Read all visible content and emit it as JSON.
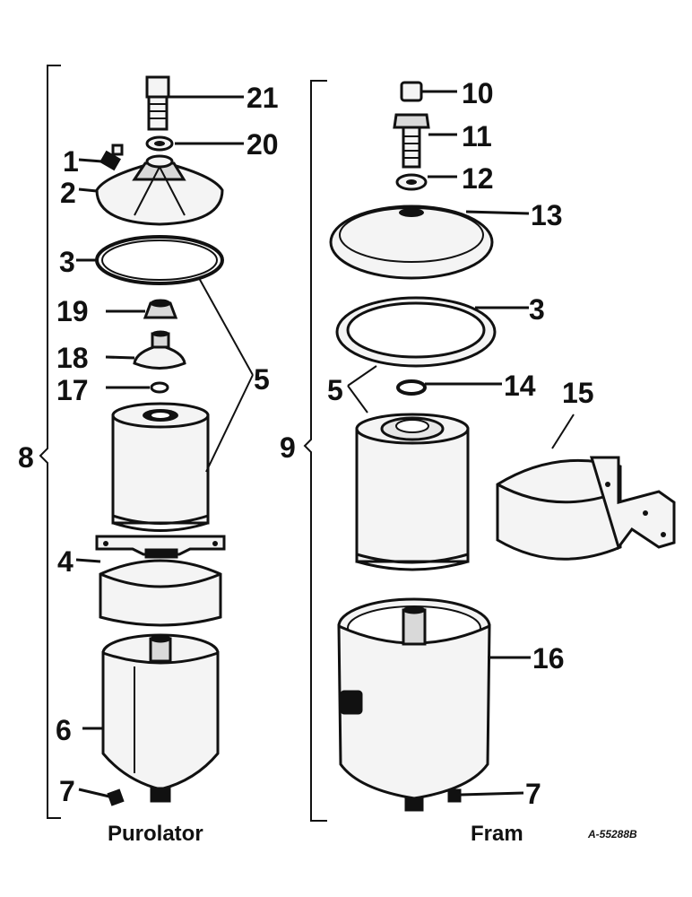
{
  "labels": {
    "n1": "1",
    "n2": "2",
    "n3": "3",
    "n4": "4",
    "n5": "5",
    "n6": "6",
    "n7": "7",
    "n8": "8",
    "n9": "9",
    "n10": "10",
    "n11": "11",
    "n12": "12",
    "n13": "13",
    "n14": "14",
    "n15": "15",
    "n16": "16",
    "n17": "17",
    "n18": "18",
    "n19": "19",
    "n20": "20",
    "n21": "21"
  },
  "captions": {
    "left": "Purolator",
    "right": "Fram",
    "code": "A-55288B"
  }
}
